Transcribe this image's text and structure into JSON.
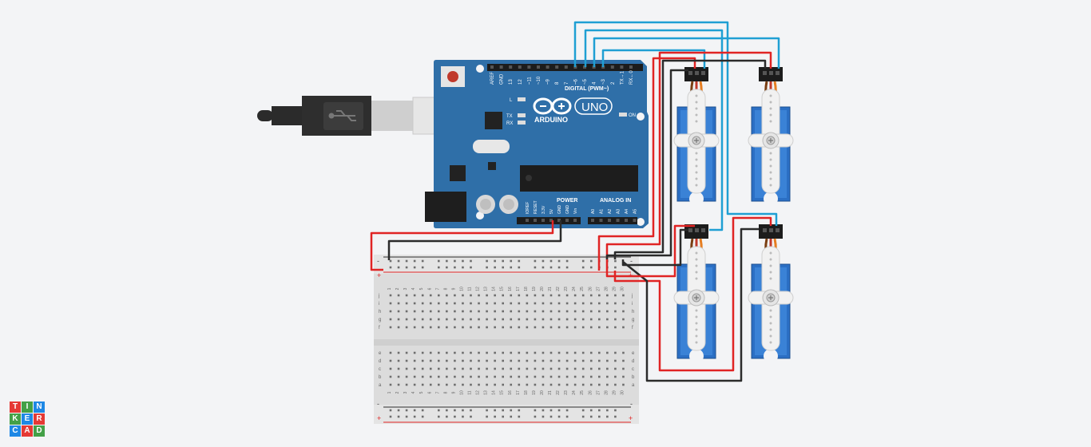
{
  "app": {
    "logo_letters": [
      "T",
      "I",
      "N",
      "K",
      "E",
      "R",
      "C",
      "A",
      "D"
    ],
    "logo_colors": [
      "#e53935",
      "#43a047",
      "#1e88e5",
      "#43a047",
      "#1e88e5",
      "#e53935",
      "#1e88e5",
      "#e53935",
      "#43a047"
    ]
  },
  "arduino": {
    "brand": "ARDUINO",
    "model": "UNO",
    "digital_label": "DIGITAL (PWM~)",
    "digital_pins": [
      "AREF",
      "GND",
      "13",
      "12",
      "~11",
      "~10",
      "~9",
      "8",
      "7",
      "~6",
      "~5",
      "4",
      "~3",
      "2",
      "TX→1",
      "RX←0"
    ],
    "power_label": "POWER",
    "power_pins": [
      "IOREF",
      "RESET",
      "3.3V",
      "5V",
      "GND",
      "GND",
      "Vin"
    ],
    "analog_label": "ANALOG IN",
    "analog_pins": [
      "A0",
      "A1",
      "A2",
      "A3",
      "A4",
      "A5"
    ],
    "led_labels": {
      "l": "L",
      "tx": "TX",
      "rx": "RX",
      "on": "ON"
    }
  },
  "breadboard": {
    "row_letters_top": [
      "j",
      "i",
      "h",
      "g",
      "f"
    ],
    "row_letters_bottom": [
      "e",
      "d",
      "c",
      "b",
      "a"
    ],
    "columns": [
      "1",
      "2",
      "3",
      "4",
      "5",
      "6",
      "7",
      "8",
      "9",
      "10",
      "11",
      "12",
      "13",
      "14",
      "15",
      "16",
      "17",
      "18",
      "19",
      "20",
      "21",
      "22",
      "23",
      "24",
      "25",
      "26",
      "27",
      "28",
      "29",
      "30"
    ],
    "rail_plus": "+",
    "rail_minus": "-"
  },
  "colors": {
    "board": "#2f6fa8",
    "wire_red": "#e02424",
    "wire_black": "#2b2b2b",
    "wire_blue": "#1f9fd3",
    "servo": "#2b6fc4"
  }
}
